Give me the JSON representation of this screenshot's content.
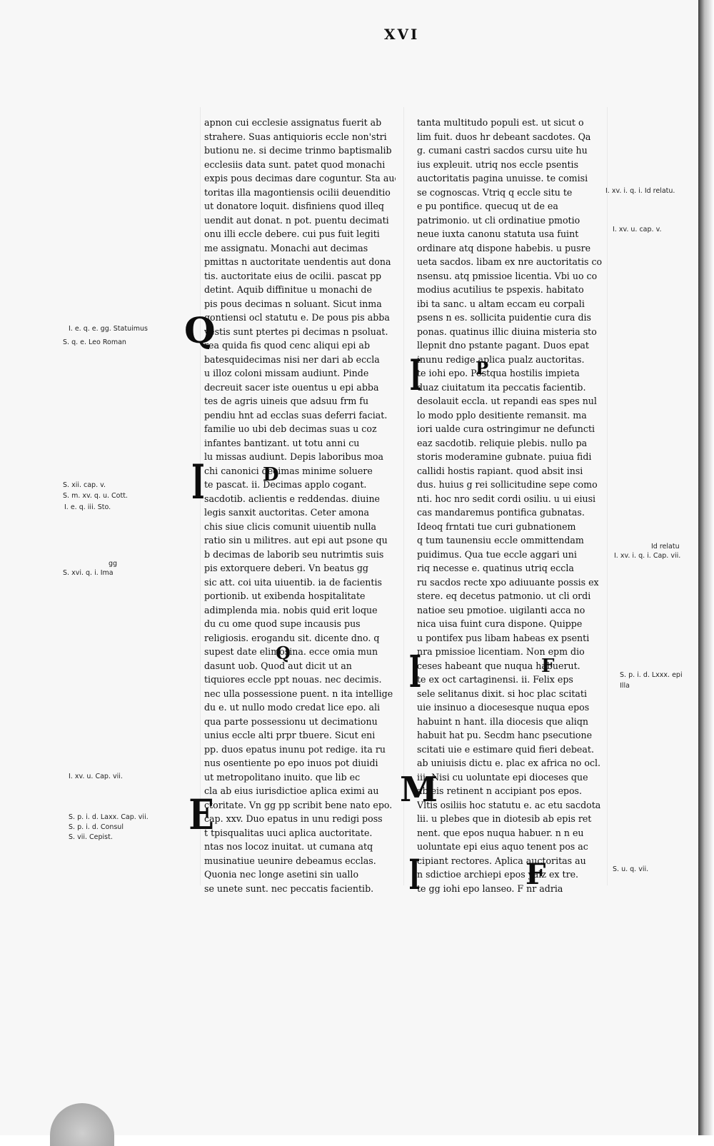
{
  "folio": "XVI",
  "left_column": [
    "apnon cui ecclesie assignatus fuerit ab",
    "strahere. Suas antiquioris eccle non'stri",
    "butionu ne. si decime trinmo baptismalib",
    "ecclesiis data sunt. patet quod monachi",
    "expis pous decimas dare coguntur. Sta auc",
    "toritas illa magontiensis ocilii deuenditio",
    "ut donatore loquit. disfiniens quod illeq",
    "uendit aut donat. n pot. puentu decimati",
    "onu illi eccle debere. cui pus fuit legiti",
    "me assignatu. Monachi aut decimas",
    "pmittas n auctoritate uendentis aut dona",
    "tis. auctoritate eius de ocilii. pascat pp",
    "detint. Aquib diffinitue u monachi de",
    "pis pous decimas n soluant. Sicut inma",
    "gontiensi ocl statutu e. De pous pis abba",
    "vestis sunt ptertes pi decimas n psoluat.",
    "rea quida fis quod cenc aliqui epi ab",
    "batesquidecimas nisi ner dari ab eccla",
    "u illoz coloni missam audiunt. Pinde",
    "decreuit sacer iste ouentus u epi abba",
    "tes de agris uineis que adsuu frm fu",
    "pendiu hnt ad ecclas suas deferri faciat.",
    "familie uo ubi deb decimas suas u coz",
    "infantes bantizant. ut totu anni cu",
    "lu missas audiunt. Depis laboribus moa",
    "chi canonici decimas minime soluere",
    "te pascat. ii. Decimas applo cogant.",
    "sacdotib. aclientis e reddendas. diuine",
    "legis sanxit auctoritas. Ceter amona",
    "chis siue clicis comunit uiuentib nulla",
    "ratio sin u militres. aut epi aut psone qu",
    "b decimas de laborib seu nutrimtis suis",
    "pis extorquere deberi. Vn beatus gg",
    "sic att. coi uita uiuentib. ia de facientis",
    "portionib. ut exibenda hospitalitate",
    "adimplenda mia. nobis quid erit loque",
    "du cu ome quod supe incausis pus",
    "religiosis. erogandu sit. dicente dno. q",
    "supest date elimosina. ecce omia mun",
    "dasunt uob. Quod aut dicit ut an",
    "tiquiores eccle ppt nouas. nec decimis.",
    "nec ulla possessione puent. n ita intellige",
    "du e. ut nullo modo credat lice epo. ali",
    "qua parte possessionu ut decimationu",
    "unius eccle alti prpr tbuere. Sicut eni",
    "pp. duos epatus inunu pot redige. ita ru",
    "nus osentiente po epo inuos pot diuidi",
    "ut metropolitano inuito. que lib ec",
    "cla ab eius iurisdictioe aplica eximi au",
    "ctoritate. Vn gg pp scribit bene nato epo.",
    "cap. xxv. Duo epatus in unu redigi poss",
    "t tpisqualitas uuci aplica auctoritate.",
    "ntas nos locoz inuitat. ut cumana atq",
    "musinatiue ueunire debeamus ecclas.",
    "Quonia nec longe asetini sin uallo",
    "se unete sunt. nec peccatis facientib."
  ],
  "right_column": [
    "tanta multitudo populi est. ut sicut o",
    "lim fuit. duos hr debeant sacdotes. Qa",
    "g. cumani castri sacdos cursu uite hu",
    "ius expleuit. utriq nos eccle psentis",
    "auctoritatis pagina unuisse. te comisi",
    "se cognoscas. Vtriq q eccle situ te",
    "e pu pontifice. quecuq ut de ea",
    "patrimonio. ut cli ordinatiue pmotio",
    "neue iuxta canonu statuta usa fuint",
    "ordinare atq dispone habebis. u pusre",
    "ueta sacdos. libam ex nre auctoritatis co",
    "nsensu. atq pmissioe licentia. Vbi uo co",
    "modius acutilius te pspexis. habitato",
    "ibi ta sanc. u altam eccam eu corpali",
    "psens n es. sollicita puidentie cura dis",
    "ponas. quatinus illic diuina misteria sto",
    "llepnit dno pstante pagant. Duos epat",
    "inunu redige aplica pualz auctoritas.",
    "te iohi epo. Postqua hostilis impieta",
    "duaz ciuitatum ita peccatis facientib.",
    "desolauit eccla. ut repandi eas spes nul",
    "lo modo pplo desitiente remansit. ma",
    "iori ualde cura ostringimur ne defuncti",
    "eaz sacdotib. reliquie plebis. nullo pa",
    "storis moderamine gubnate. puiua fidi",
    "callidi hostis rapiant. quod absit insi",
    "dus. huius g rei sollicitudine sepe como",
    "nti. hoc nro sedit cordi osiliu. u ui eiusi",
    "cas mandaremus pontifica gubnatas.",
    "Ideoq frntati tue curi gubnationem",
    "q tum taunensiu eccle ommittendam",
    "puidimus. Qua tue eccle aggari uni",
    "riq necesse e. quatinus utriq eccla",
    "ru sacdos recte xpo adiuuante possis ex",
    "stere. eq decetus patmonio. ut cli ordi",
    "natioe seu pmotioe. uigilanti acca no",
    "nica uisa fuint cura dispone. Quippe",
    "u pontifex pus libam habeas ex psenti",
    "nra pmissioe licentiam. Non epm dio",
    "ceses habeant que nuqua habuerut.",
    "te ex oct cartaginensi. ii. Felix eps",
    "sele selitanus dixit. si hoc plac scitati",
    "uie insinuo a diocesesque nuqua epos",
    "habuint n hant. illa diocesis que aliqn",
    "habuit hat pu. Secdm hanc psecutione",
    "scitati uie e estimare quid fieri debeat.",
    "ab uniuisis dictu e. plac ex africa no ocl.",
    "iii. Nisi cu uoluntate epi dioceses que",
    "ab eis retinent n accipiant pos epos.",
    "Vltis osiliis hoc statutu e. ac etu sacdota",
    "lii. u plebes que in diotesib ab epis ret",
    "nent. que epos nuqua habuer. n n eu",
    "uoluntate epi eius aquo tenent pos ac",
    "cipiant rectores. Aplica auctoritas au",
    "n sdictioe archiepi epos yalz ex tre.",
    "te gg iohi epo lanseo. F nr adria"
  ],
  "glosses": {
    "g1a": "I. e. q. e. gg. Statuimus",
    "g1b": "S. q. e. Leo Roman",
    "g2a": "S. xii. cap. v.",
    "g2b": "S. m. xv. q. u. Cott.",
    "g2c": "I. e. q. iii. Sto.",
    "g3a": "gg",
    "g3b": "S. xvi. q. i. Ima",
    "g4": "I. xv. u. Cap. vii.",
    "g5a": "S. p. i. d. Laxx. Cap. vii.",
    "g5b": "S. p. i. d. Consul",
    "g5c": "S. vii. Cepist.",
    "r1": "I. xv. i. q. i. Id relatu.",
    "r2": "I. xv. u. cap. v.",
    "r3a": "Id relatu",
    "r3b": "I. xv. i. q. i. Cap. vii.",
    "r4a": "S. p. i. d. Lxxx. epi",
    "r4b": "Illa",
    "r5": "S. u. q. vii."
  },
  "initials": {
    "q1": "Q",
    "i1": "I",
    "d1": "D",
    "q2": "Q",
    "e1": "E",
    "i2": "I",
    "p1": "P",
    "i3": "I",
    "f1": "F",
    "m1": "M",
    "i4": "I",
    "f2": "F"
  }
}
